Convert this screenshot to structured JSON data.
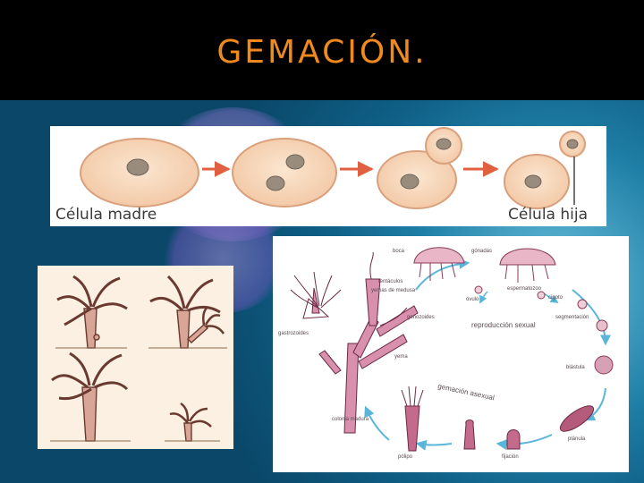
{
  "slide": {
    "title": "GEMACIÓN."
  },
  "cell_division": {
    "left_label": "Célula madre",
    "right_label": "Célula hija"
  },
  "cycle": {
    "labels": {
      "boca": "boca",
      "gonadas": "gónadas",
      "tentaculos": "tentáculos",
      "yemas_medusa": "yemas de medusa",
      "espermatozoo": "espermatozoo",
      "ovulo": "óvulo",
      "cigoto": "cigoto",
      "gonozoides": "gonozoides",
      "segmentacion": "segmentación",
      "gastrozoides": "gastrozoides",
      "yema": "yema",
      "blastula": "blástula",
      "colonia": "colonia madura",
      "planula": "plánula",
      "polipo": "pólipo",
      "fijacion": "fijación"
    },
    "sexual": "reproducción sexual",
    "asexual": "gemación asexual"
  },
  "colors": {
    "title": "#f08a1c",
    "arrow": "#e06040",
    "cycle_arrow": "#5ab6d8"
  }
}
